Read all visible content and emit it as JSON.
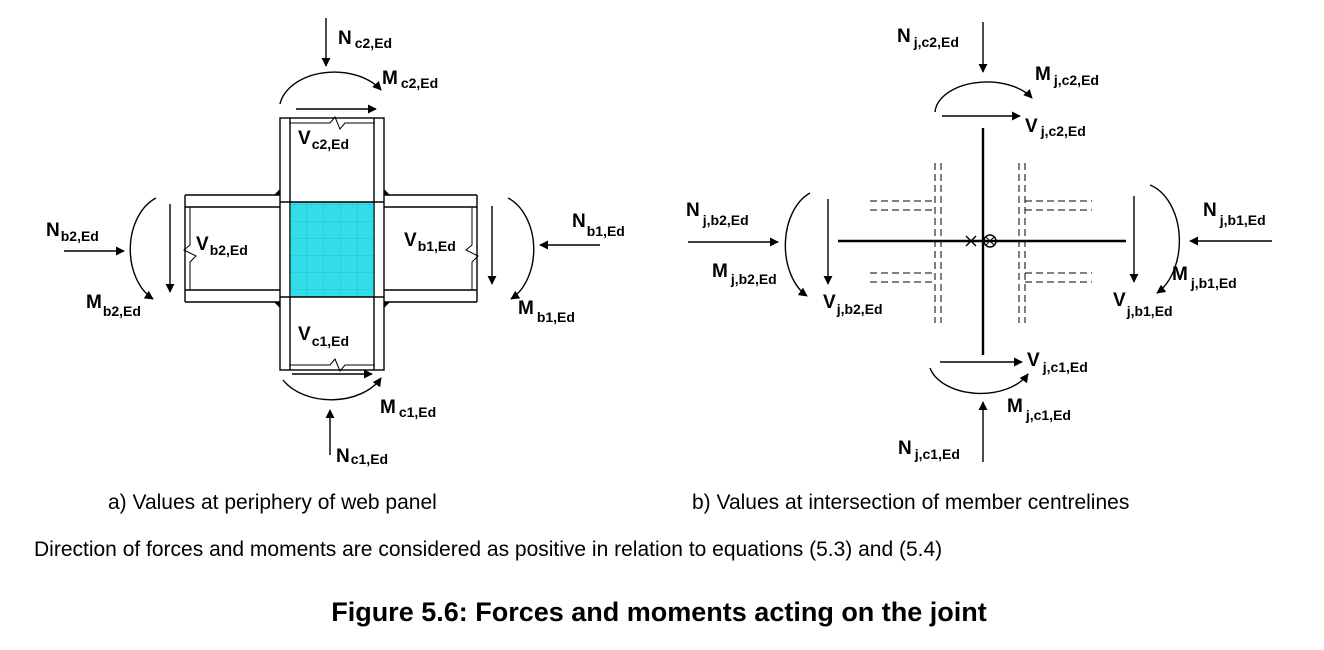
{
  "labels_a": {
    "n_c2": {
      "main": "N",
      "sub": "c2,Ed"
    },
    "m_c2": {
      "main": "M",
      "sub": "c2,Ed"
    },
    "v_c2": {
      "main": "V",
      "sub": "c2,Ed"
    },
    "n_b2": {
      "main": "N",
      "sub": "b2,Ed"
    },
    "v_b2": {
      "main": "V",
      "sub": "b2,Ed"
    },
    "m_b2": {
      "main": "M",
      "sub": "b2,Ed"
    },
    "n_b1": {
      "main": "N",
      "sub": "b1,Ed"
    },
    "v_b1": {
      "main": "V",
      "sub": "b1,Ed"
    },
    "m_b1": {
      "main": "M",
      "sub": "b1,Ed"
    },
    "v_c1": {
      "main": "V",
      "sub": "c1,Ed"
    },
    "m_c1": {
      "main": "M",
      "sub": "c1,Ed"
    },
    "n_c1": {
      "main": "N",
      "sub": "c1,Ed"
    }
  },
  "labels_b": {
    "n_c2": {
      "main": "N",
      "sub": "j,c2,Ed"
    },
    "m_c2": {
      "main": "M",
      "sub": "j,c2,Ed"
    },
    "v_c2": {
      "main": "V",
      "sub": "j,c2,Ed"
    },
    "n_b2": {
      "main": "N",
      "sub": "j,b2,Ed"
    },
    "m_b2": {
      "main": "M",
      "sub": "j,b2,Ed"
    },
    "v_b2": {
      "main": "V",
      "sub": "j,b2,Ed"
    },
    "n_b1": {
      "main": "N",
      "sub": "j,b1,Ed"
    },
    "m_b1": {
      "main": "M",
      "sub": "j,b1,Ed"
    },
    "v_b1": {
      "main": "V",
      "sub": "j,b1,Ed"
    },
    "v_c1": {
      "main": "V",
      "sub": "j,c1,Ed"
    },
    "m_c1": {
      "main": "M",
      "sub": "j,c1,Ed"
    },
    "n_c1": {
      "main": "N",
      "sub": "j,c1,Ed"
    }
  },
  "caption_a": "a)  Values at periphery of web panel",
  "caption_b": "b)  Values at intersection of member centrelines",
  "note": "Direction of forces and moments are considered as positive in relation to equations (5.3) and (5.4)",
  "figure_title": "Figure 5.6: Forces and moments acting on the joint",
  "colors": {
    "web_panel": "#33dde8",
    "ink": "#000000"
  }
}
